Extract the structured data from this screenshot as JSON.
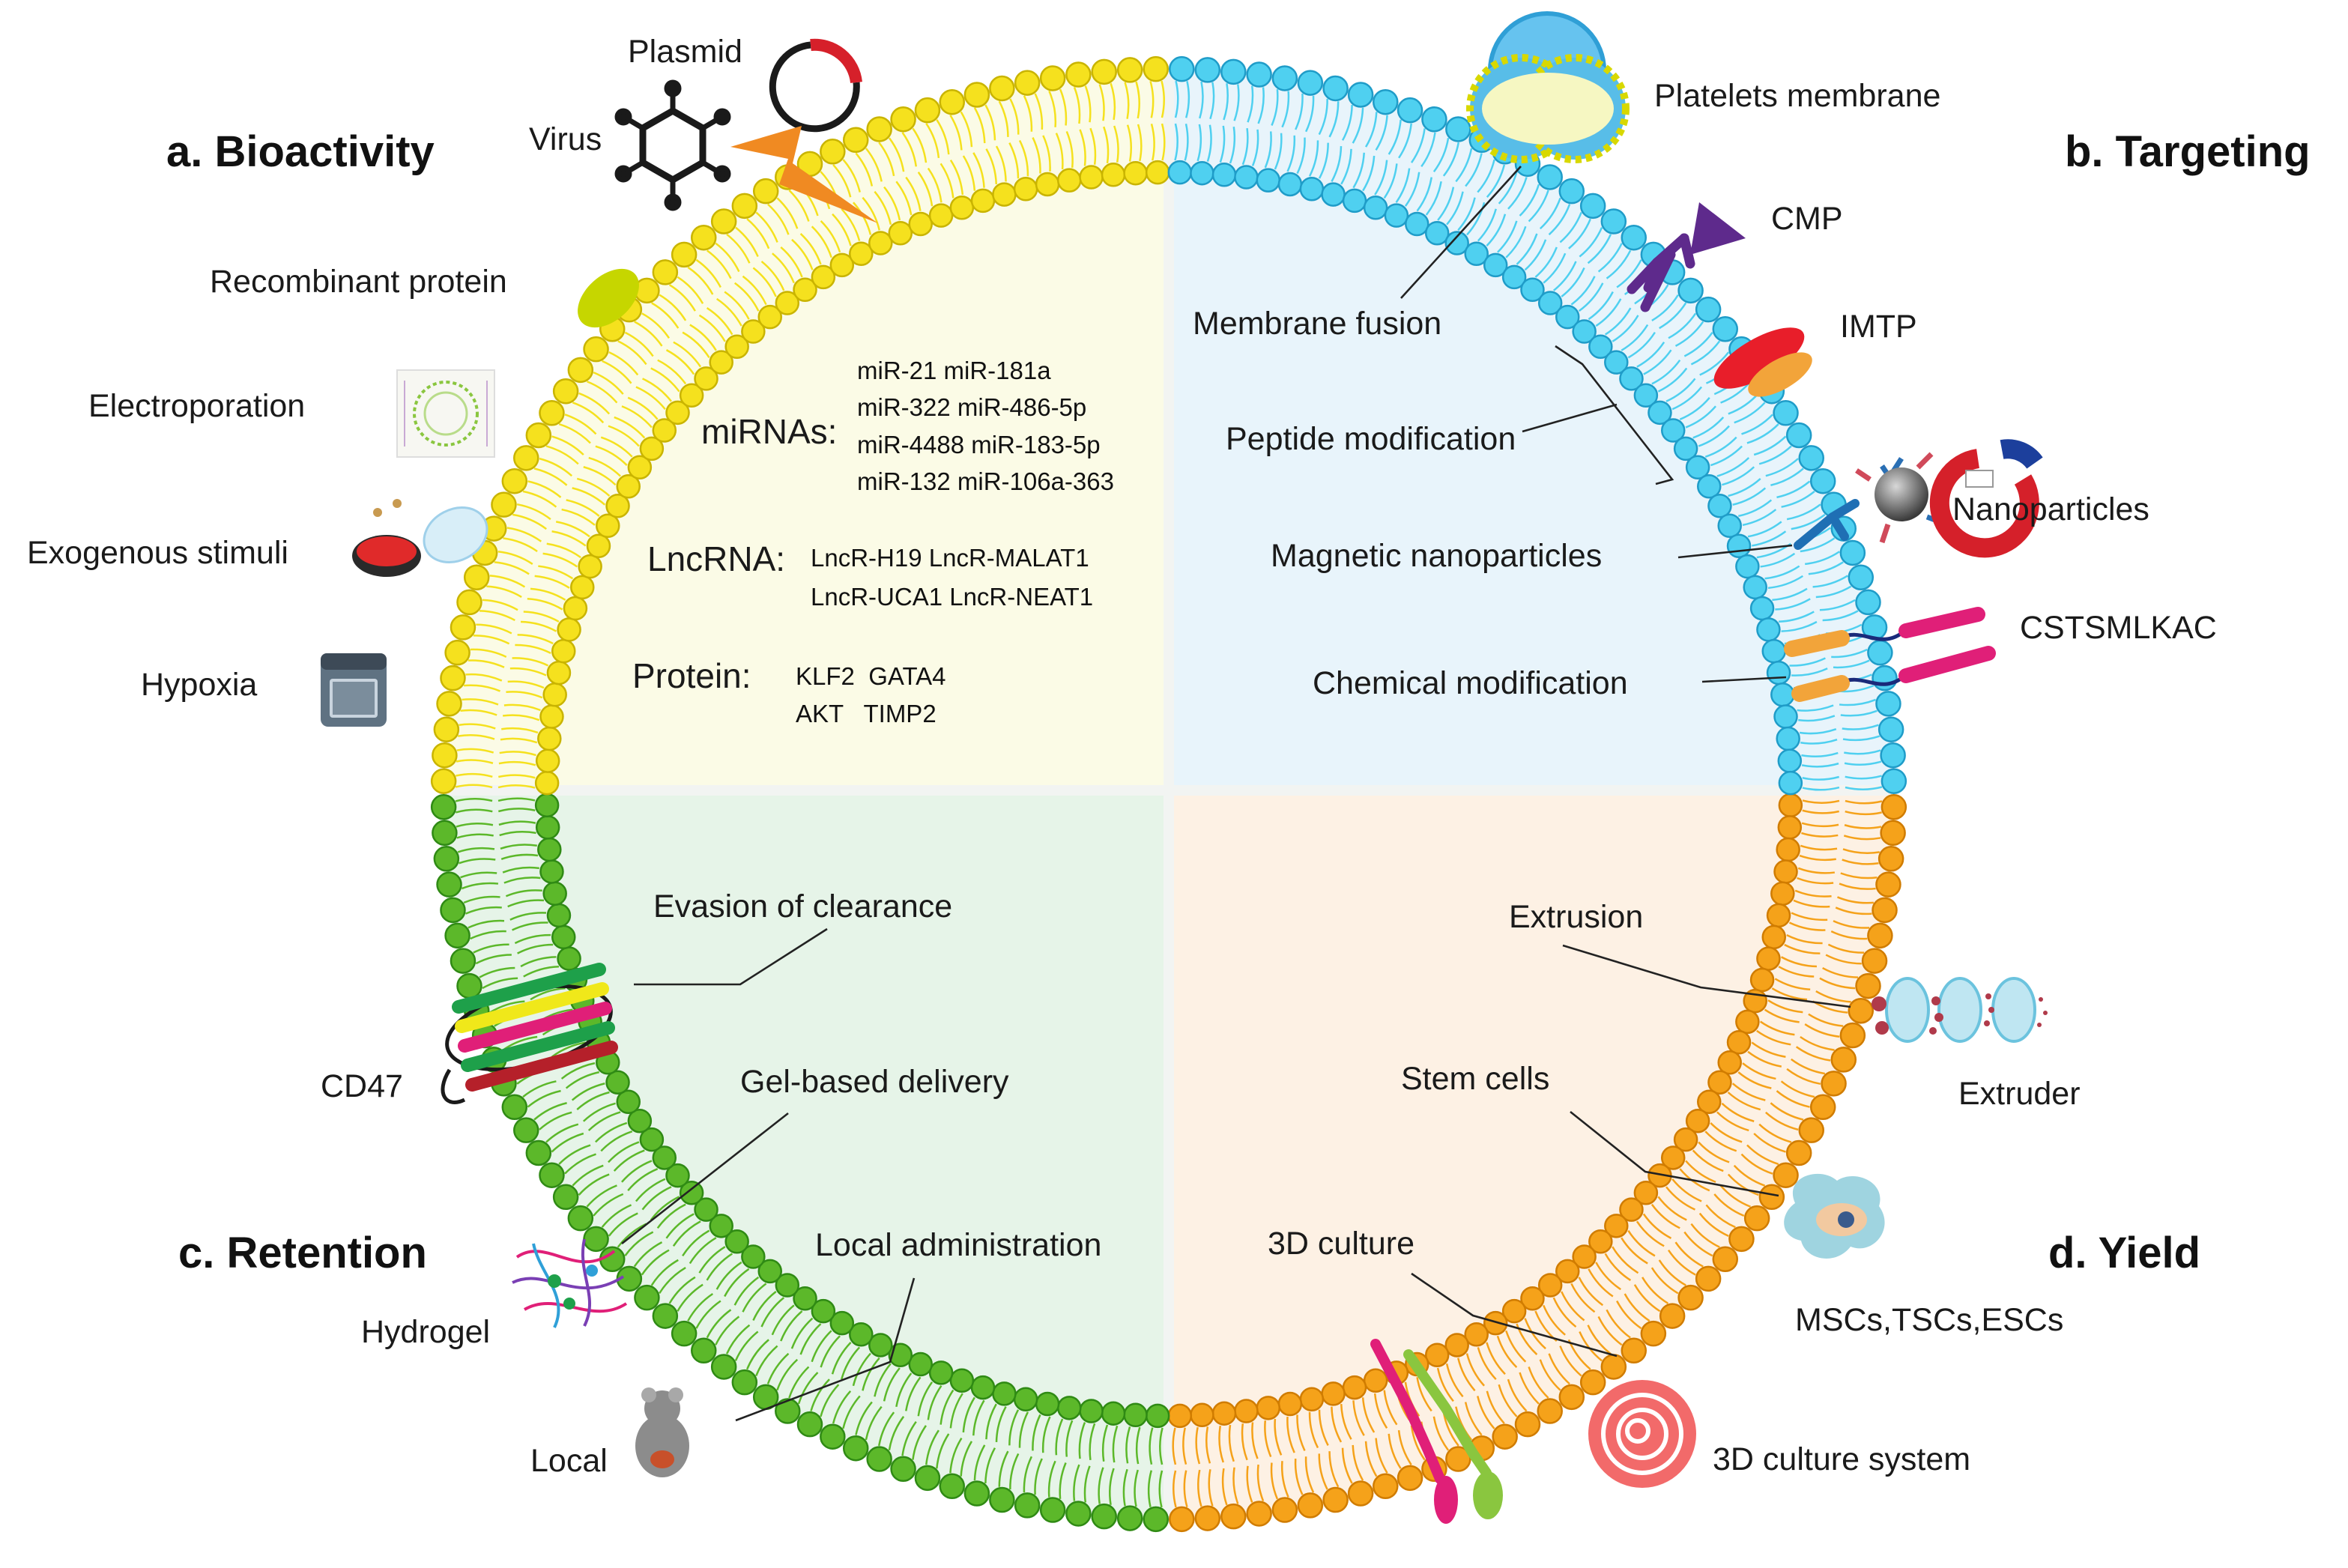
{
  "headings": {
    "bioactivity": "a. Bioactivity",
    "targeting": "b. Targeting",
    "retention": "c. Retention",
    "yield": "d. Yield"
  },
  "bioactivity": {
    "plasmid": "Plasmid",
    "virus": "Virus",
    "recombinant_protein": "Recombinant protein",
    "electroporation": "Electroporation",
    "exogenous_stimuli": "Exogenous stimuli",
    "hypoxia": "Hypoxia"
  },
  "cargo": {
    "mirnas_label": "miRNAs:",
    "mirnas": [
      "miR-21 miR-181a",
      "miR-322 miR-486-5p",
      "miR-4488 miR-183-5p",
      "miR-132 miR-106a-363"
    ],
    "lncrna_label": "LncRNA:",
    "lncrnas": [
      "LncR-H19 LncR-MALAT1",
      "LncR-UCA1 LncR-NEAT1"
    ],
    "protein_label": "Protein:",
    "proteins": [
      "KLF2  GATA4",
      "AKT   TIMP2"
    ]
  },
  "targeting": {
    "platelets_membrane": "Platelets membrane",
    "membrane_fusion": "Membrane fusion",
    "cmp": "CMP",
    "imtp": "IMTP",
    "peptide_modification": "Peptide modification",
    "nanoparticles": "Nanoparticles",
    "magnetic_nanoparticles": "Magnetic nanoparticles",
    "cstsmlkac": "CSTSMLKAC",
    "chemical_modification": "Chemical modification"
  },
  "retention": {
    "evasion": "Evasion of clearance",
    "cd47": "CD47",
    "gel_delivery": "Gel-based delivery",
    "hydrogel": "Hydrogel",
    "local_admin": "Local administration",
    "local": "Local"
  },
  "yield": {
    "extrusion": "Extrusion",
    "extruder": "Extruder",
    "stem_cells": "Stem cells",
    "cell_types": "MSCs,TSCs,ESCs",
    "culture_3d": "3D culture",
    "culture_system": "3D culture system"
  },
  "colors": {
    "bioactivity": "#f5e11e",
    "targeting": "#4fd0f0",
    "retention": "#5cb82a",
    "yield": "#f5a21a",
    "bg_bioactivity": "#fbfbe6",
    "bg_targeting": "#e8f4fb",
    "bg_retention": "#e6f4e8",
    "bg_yield": "#fdf1e4"
  }
}
